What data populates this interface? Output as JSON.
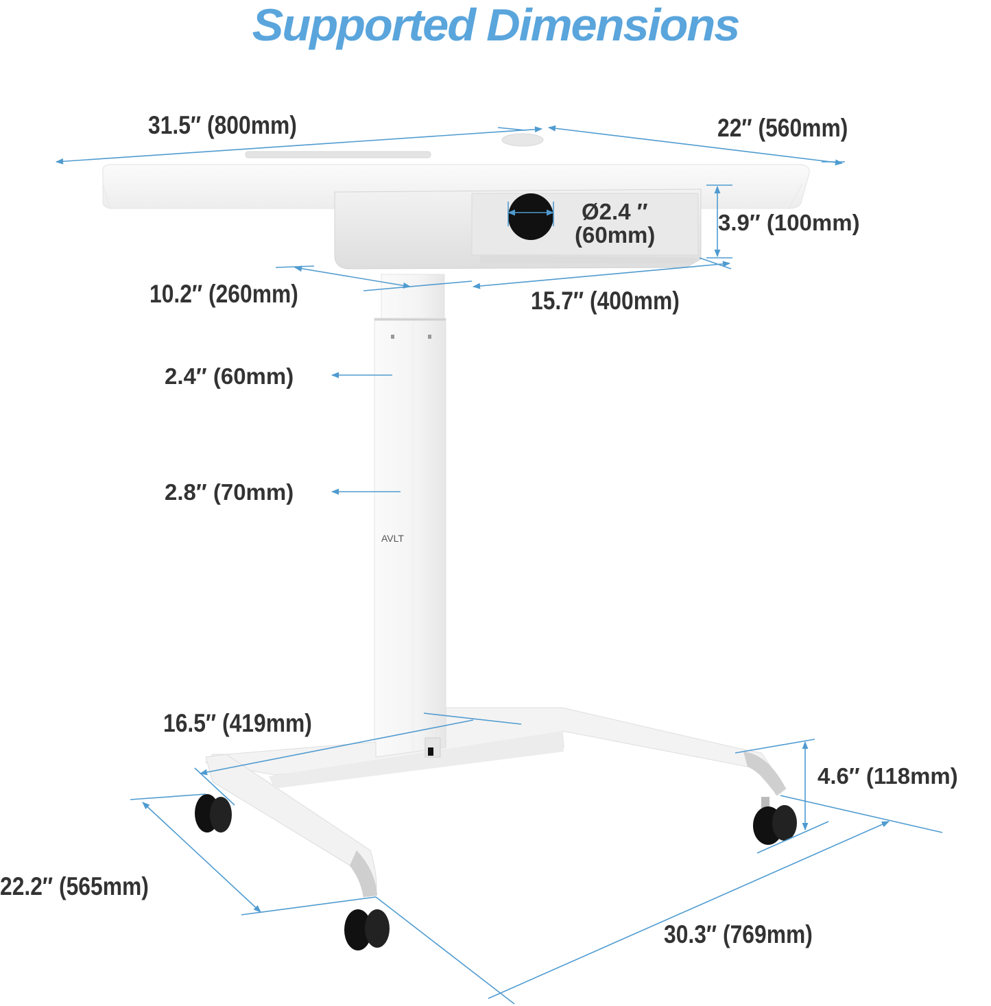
{
  "title": "Supported Dimensions",
  "brand_mark": "AVLT",
  "colors": {
    "title": "#5aa5dc",
    "dimension_line": "#4f9bd0",
    "label_text": "#333333",
    "desk_white": "#f7f7f7",
    "caster_black": "#111111"
  },
  "dimensions": {
    "desktop_width": "31.5″ (800mm)",
    "desktop_depth": "22″ (560mm)",
    "drawer_height": "3.9″ (100mm)",
    "grommet_diameter_in": "Ø2.4 ″",
    "grommet_diameter_mm": "(60mm)",
    "drawer_depth": "10.2″ (260mm)",
    "drawer_width": "15.7″ (400mm)",
    "upper_column": "2.4″ (60mm)",
    "lower_column": "2.8″ (70mm)",
    "base_crossbar": "16.5″ (419mm)",
    "foot_height": "4.6″ (118mm)",
    "base_foot_length": "22.2″ (565mm)",
    "base_width": "30.3″ (769mm)"
  }
}
